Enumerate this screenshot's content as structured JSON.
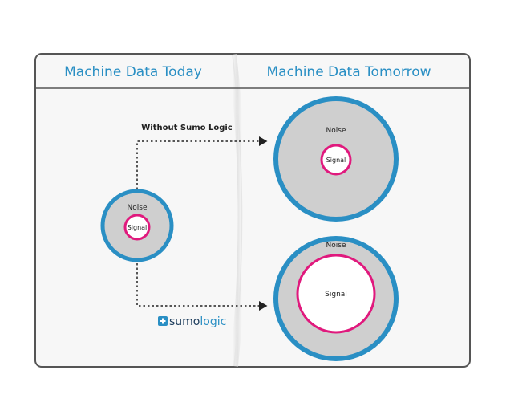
{
  "header": {
    "left_title": "Machine Data Today",
    "right_title": "Machine Data Tomorrow"
  },
  "arrow_label": "Without Sumo Logic",
  "circles": {
    "today": {
      "outer": "Noise",
      "inner": "Signal"
    },
    "tomorrow_without": {
      "outer": "Noise",
      "inner": "Signal"
    },
    "tomorrow_with": {
      "outer": "Noise",
      "inner": "Signal"
    }
  },
  "logo": {
    "text_bold": "sumo",
    "text_light": "logic"
  },
  "colors": {
    "accent_blue": "#2a8fc4",
    "signal_pink": "#e0197d",
    "noise_gray": "#cfcfcf",
    "frame": "#555555"
  }
}
